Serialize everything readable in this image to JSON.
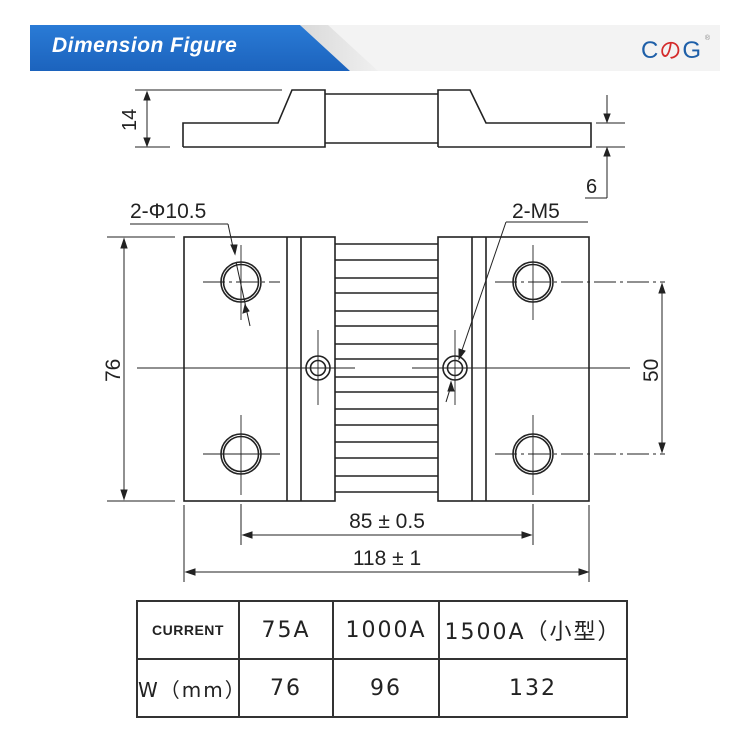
{
  "header": {
    "title": "Dimension Figure",
    "logo": {
      "c": "C",
      "o": "の",
      "g": "G",
      "registered": "®"
    },
    "colors": {
      "banner_blue": "#1f6cc7",
      "logo_blue": "#1e5fa8",
      "logo_red": "#d42b2b",
      "banner_gray": "#f3f3f3"
    }
  },
  "drawing": {
    "side_view": {
      "height_label": "14",
      "thickness_label": "6"
    },
    "top_view": {
      "hole_label": "2-Φ10.5",
      "screw_label": "2-M5",
      "height_label": "76",
      "hole_spacing_label": "50",
      "inner_width_label": "85 ± 0.5",
      "overall_width_label": "118 ± 1",
      "fin_count": 16
    }
  },
  "table": {
    "rows": [
      {
        "label": "CURRENT",
        "values": [
          "75A",
          "1000A",
          "1500A（小型）"
        ]
      },
      {
        "label": "W（mm）",
        "values": [
          "76",
          "96",
          "132"
        ]
      }
    ]
  }
}
